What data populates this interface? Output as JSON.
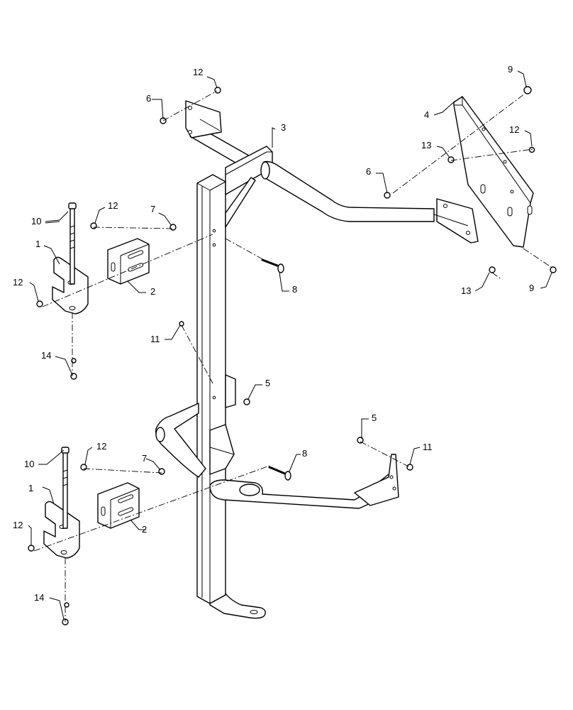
{
  "callouts": [
    {
      "id": "c1a",
      "label": "1"
    },
    {
      "id": "c1b",
      "label": "1"
    },
    {
      "id": "c2a",
      "label": "2"
    },
    {
      "id": "c2b",
      "label": "2"
    },
    {
      "id": "c3",
      "label": "3"
    },
    {
      "id": "c4",
      "label": "4"
    },
    {
      "id": "c5a",
      "label": "5"
    },
    {
      "id": "c5b",
      "label": "5"
    },
    {
      "id": "c6a",
      "label": "6"
    },
    {
      "id": "c6b",
      "label": "6"
    },
    {
      "id": "c7a",
      "label": "7"
    },
    {
      "id": "c7b",
      "label": "7"
    },
    {
      "id": "c8a",
      "label": "8"
    },
    {
      "id": "c8b",
      "label": "8"
    },
    {
      "id": "c9a",
      "label": "9"
    },
    {
      "id": "c9b",
      "label": "9"
    },
    {
      "id": "c10a",
      "label": "10"
    },
    {
      "id": "c10b",
      "label": "10"
    },
    {
      "id": "c11a",
      "label": "11"
    },
    {
      "id": "c11b",
      "label": "11"
    },
    {
      "id": "c12a",
      "label": "12"
    },
    {
      "id": "c12b",
      "label": "12"
    },
    {
      "id": "c12c",
      "label": "12"
    },
    {
      "id": "c12d",
      "label": "12"
    },
    {
      "id": "c12e",
      "label": "12"
    },
    {
      "id": "c12f",
      "label": "12"
    },
    {
      "id": "c13a",
      "label": "13"
    },
    {
      "id": "c13b",
      "label": "13"
    },
    {
      "id": "c14a",
      "label": "14"
    },
    {
      "id": "c14b",
      "label": "14"
    }
  ]
}
